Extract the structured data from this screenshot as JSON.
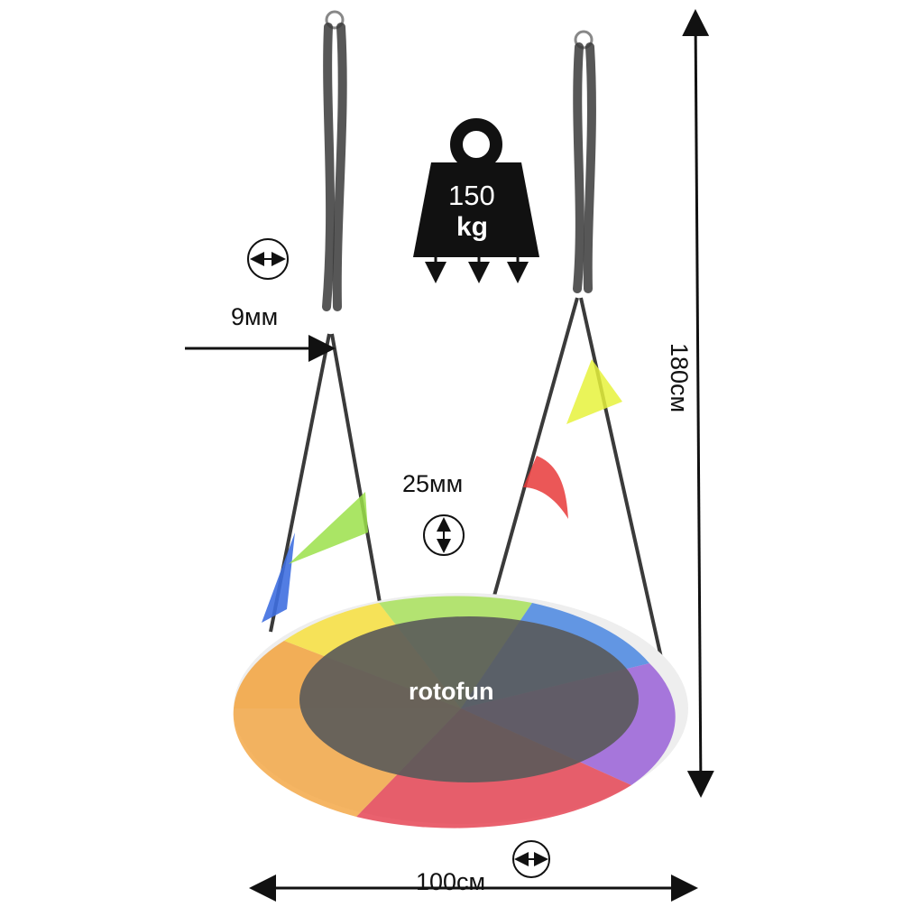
{
  "weight": {
    "value": "150",
    "unit": "kg"
  },
  "dimensions": {
    "rope_thickness": "9мм",
    "strap_width": "25мм",
    "diameter": "100см",
    "height": "180см"
  },
  "brand": "rotofun",
  "icons": [
    "weight-icon",
    "horizontal-measure-icon",
    "vertical-measure-icon"
  ],
  "colors": {
    "seat_center": "#5a5a5a",
    "rope": "#3a3a3a",
    "ring_segments": [
      "#f2a23c",
      "#f7df3d",
      "#a8e05a",
      "#3f7fe0",
      "#9358d6",
      "#e43a4a"
    ],
    "flags": [
      "#3f6fe0",
      "#9be04a",
      "#e83a3a",
      "#e6f23c"
    ]
  }
}
